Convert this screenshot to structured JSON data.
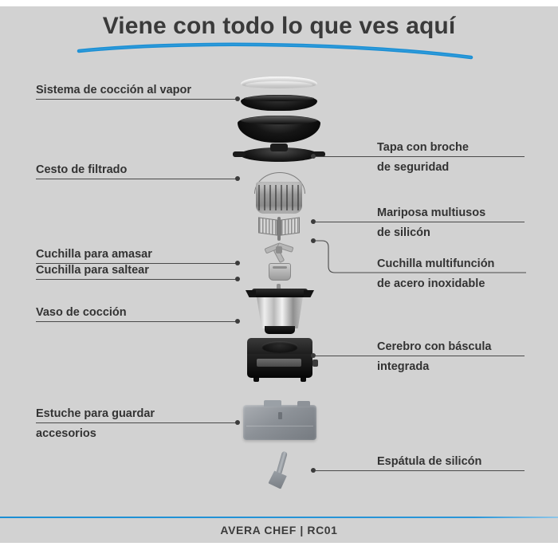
{
  "poster": {
    "title": "Viene con todo lo que ves aquí",
    "footer": "AVERA CHEF | RC01",
    "background_color": "#d2d2d2",
    "accent_color": "#1b8fd4",
    "text_color": "#333333",
    "leader_color": "#4a4a4a"
  },
  "callouts_left": [
    {
      "id": "steam-system",
      "lines": [
        "Sistema de cocción al vapor"
      ],
      "icon": "steamer-icon"
    },
    {
      "id": "filter-basket",
      "lines": [
        "Cesto de filtrado"
      ],
      "icon": "basket-icon"
    },
    {
      "id": "knead-blade",
      "lines": [
        "Cuchilla para amasar"
      ],
      "icon": "kneading-blade-icon"
    },
    {
      "id": "saute-blade",
      "lines": [
        "Cuchilla para saltear"
      ],
      "icon": "saute-blade-icon"
    },
    {
      "id": "cooking-jar",
      "lines": [
        "Vaso de cocción"
      ],
      "icon": "jar-icon"
    },
    {
      "id": "storage-case",
      "lines": [
        "Estuche para guardar",
        "accesorios"
      ],
      "icon": "case-icon"
    }
  ],
  "callouts_right": [
    {
      "id": "safety-lid",
      "lines": [
        "Tapa con broche",
        "de seguridad"
      ],
      "icon": "lid-icon"
    },
    {
      "id": "butterfly-whisk",
      "lines": [
        "Mariposa multiusos",
        "de silicón"
      ],
      "icon": "whisk-icon"
    },
    {
      "id": "multi-blade",
      "lines": [
        "Cuchilla multifunción",
        "de acero inoxidable"
      ],
      "icon": "multi-blade-icon"
    },
    {
      "id": "brain-scale",
      "lines": [
        "Cerebro con báscula",
        "integrada"
      ],
      "icon": "base-unit-icon"
    },
    {
      "id": "spatula",
      "lines": [
        "Espátula de silicón"
      ],
      "icon": "spatula-icon"
    }
  ],
  "parts_illustrated": [
    "steamer-lid",
    "steamer-tray",
    "steamer-bowl",
    "clasp-lid",
    "filter-basket",
    "butterfly-whisk",
    "saute-blade",
    "kneading-blade",
    "multifunction-blade",
    "stainless-cooking-jar",
    "base-unit-with-scale",
    "accessory-storage-case",
    "silicone-spatula"
  ]
}
